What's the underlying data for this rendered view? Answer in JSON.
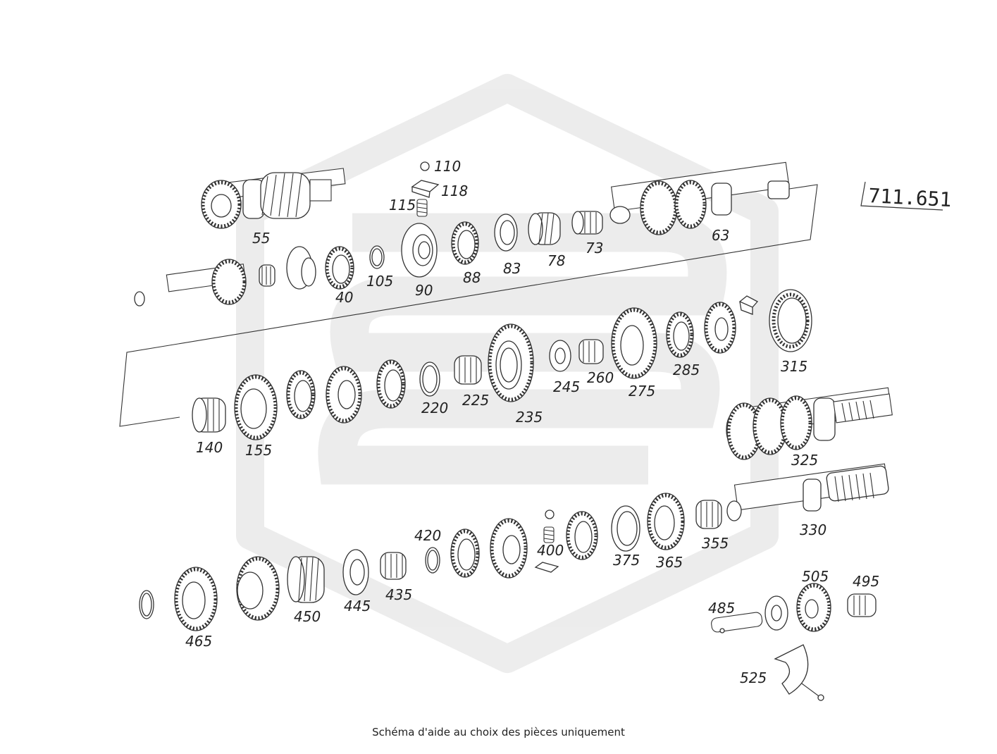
{
  "diagram": {
    "code": "711.651",
    "caption": "Schéma d'aide au choix des pièces uniquement",
    "parts": [
      {
        "id": "55",
        "label": "55"
      },
      {
        "id": "110",
        "label": "110"
      },
      {
        "id": "118",
        "label": "118"
      },
      {
        "id": "115",
        "label": "115"
      },
      {
        "id": "63",
        "label": "63"
      },
      {
        "id": "40",
        "label": "40"
      },
      {
        "id": "105",
        "label": "105"
      },
      {
        "id": "90",
        "label": "90"
      },
      {
        "id": "88",
        "label": "88"
      },
      {
        "id": "83",
        "label": "83"
      },
      {
        "id": "78",
        "label": "78"
      },
      {
        "id": "73",
        "label": "73"
      },
      {
        "id": "140",
        "label": "140"
      },
      {
        "id": "155",
        "label": "155"
      },
      {
        "id": "220",
        "label": "220"
      },
      {
        "id": "225",
        "label": "225"
      },
      {
        "id": "235",
        "label": "235"
      },
      {
        "id": "245",
        "label": "245"
      },
      {
        "id": "260",
        "label": "260"
      },
      {
        "id": "275",
        "label": "275"
      },
      {
        "id": "285",
        "label": "285"
      },
      {
        "id": "315",
        "label": "315"
      },
      {
        "id": "325",
        "label": "325"
      },
      {
        "id": "330",
        "label": "330"
      },
      {
        "id": "355",
        "label": "355"
      },
      {
        "id": "365",
        "label": "365"
      },
      {
        "id": "375",
        "label": "375"
      },
      {
        "id": "400",
        "label": "400"
      },
      {
        "id": "420",
        "label": "420"
      },
      {
        "id": "435",
        "label": "435"
      },
      {
        "id": "445",
        "label": "445"
      },
      {
        "id": "450",
        "label": "450"
      },
      {
        "id": "465",
        "label": "465"
      },
      {
        "id": "485",
        "label": "485"
      },
      {
        "id": "505",
        "label": "505"
      },
      {
        "id": "495",
        "label": "495"
      },
      {
        "id": "525",
        "label": "525"
      }
    ]
  }
}
